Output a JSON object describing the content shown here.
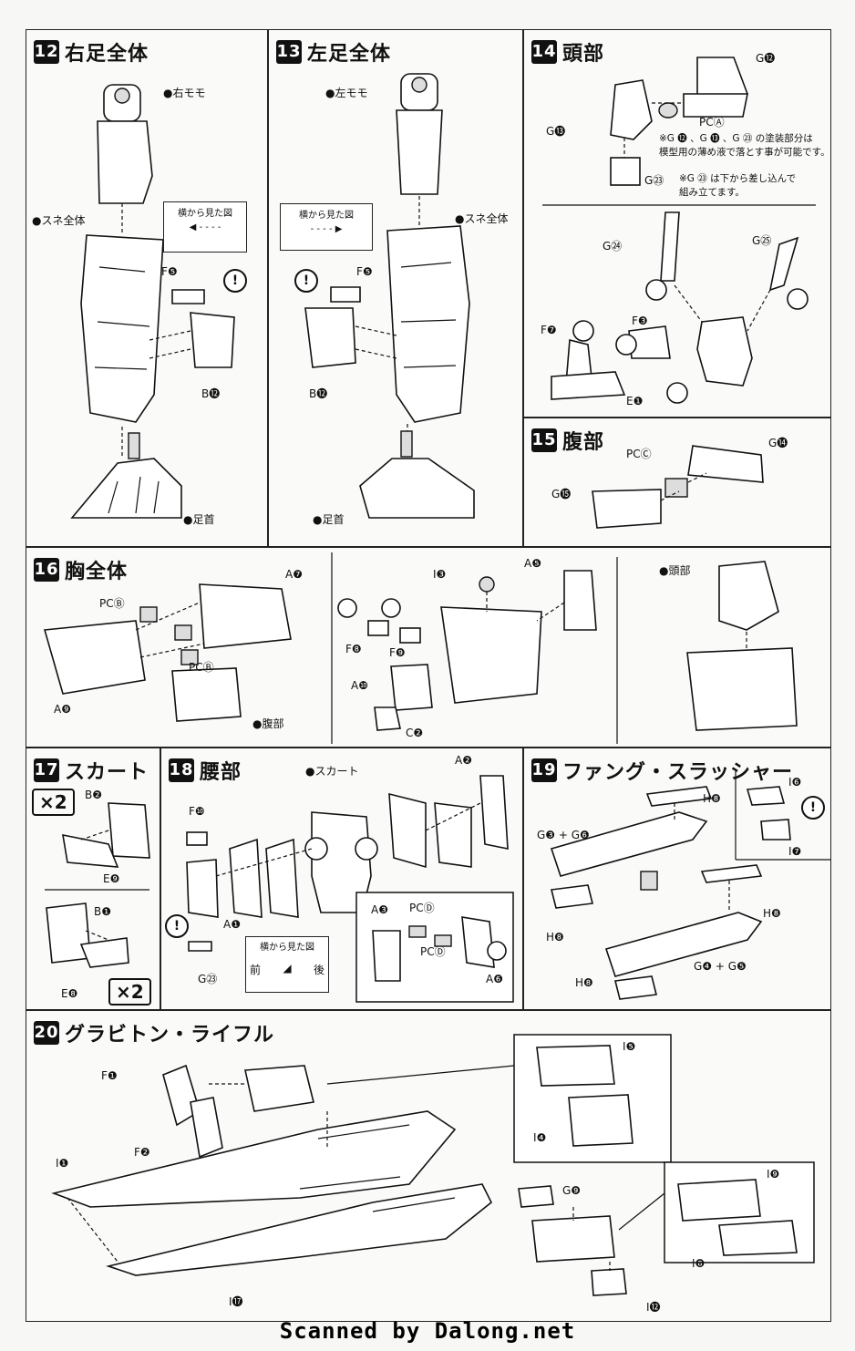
{
  "steps": {
    "s12": {
      "num": "12",
      "title": "右足全体",
      "labels": {
        "thigh": "●右モモ",
        "shin": "●スネ全体",
        "f5": "F❺",
        "b12": "B⓬",
        "ankle": "●足首",
        "side": "横から見た図"
      }
    },
    "s13": {
      "num": "13",
      "title": "左足全体",
      "labels": {
        "thigh": "●左モモ",
        "shin": "●スネ全体",
        "f5": "F❺",
        "b12": "B⓬",
        "ankle": "●足首",
        "side": "横から見た図"
      }
    },
    "s14": {
      "num": "14",
      "title": "頭部",
      "labels": {
        "g12": "G⓬",
        "pca": "PCⒶ",
        "g13": "G⓭",
        "g23": "G㉓",
        "g24": "G㉔",
        "g25": "G㉕",
        "f7": "F❼",
        "f3": "F❸",
        "e1": "E❶"
      },
      "note1": "※G ⓬ 、G ⓭ 、G ㉓ の塗装部分は",
      "note2": "模型用の薄め液で落とす事が可能です。",
      "note3": "※G ㉓ は下から差し込んで",
      "note4": "組み立てます。"
    },
    "s15": {
      "num": "15",
      "title": "腹部",
      "labels": {
        "pcc": "PCⒸ",
        "g14": "G⓮",
        "g15": "G⓯"
      }
    },
    "s16": {
      "num": "16",
      "title": "胸全体",
      "labels": {
        "pcb1": "PCⒷ",
        "pcb2": "PCⒷ",
        "a7": "A❼",
        "a9": "A❾",
        "abdomen": "●腹部",
        "i3": "I❸",
        "a5": "A❺",
        "f8": "F❽",
        "f9": "F❾",
        "a10": "A❿",
        "c2": "C❷",
        "head": "●頭部"
      }
    },
    "s17": {
      "num": "17",
      "title": "スカート",
      "x2": "×2",
      "labels": {
        "b2": "B❷",
        "e9": "E❾",
        "b1": "B❶",
        "e8": "E❽"
      }
    },
    "s18": {
      "num": "18",
      "title": "腰部",
      "labels": {
        "skirt": "●スカート",
        "a2": "A❷",
        "f10": "F❿",
        "a1": "A❶",
        "g23": "G㉓",
        "a3": "A❸",
        "pcd1": "PCⒹ",
        "pcd2": "PCⒹ",
        "a6": "A❻",
        "side": "横から見た図",
        "front": "前",
        "back": "後"
      }
    },
    "s19": {
      "num": "19",
      "title": "ファング・スラッシャー",
      "labels": {
        "h8a": "H❽",
        "g3g6": "G❸ + G❻",
        "h8b": "H❽",
        "h8c": "H❽",
        "g4g5": "G❹ + G❺",
        "h8d": "H❽",
        "i6": "I❻",
        "i7": "I❼"
      }
    },
    "s20": {
      "num": "20",
      "title": "グラビトン・ライフル",
      "labels": {
        "f1": "F❶",
        "f2": "F❷",
        "i1": "I❶",
        "i17": "I⓱",
        "i5": "I❺",
        "i4": "I❹",
        "g9": "G❾",
        "i9": "I❾",
        "i8": "I❽",
        "i12": "I⓬"
      }
    }
  },
  "warning_mark": "!",
  "footer": "Scanned by Dalong.net"
}
